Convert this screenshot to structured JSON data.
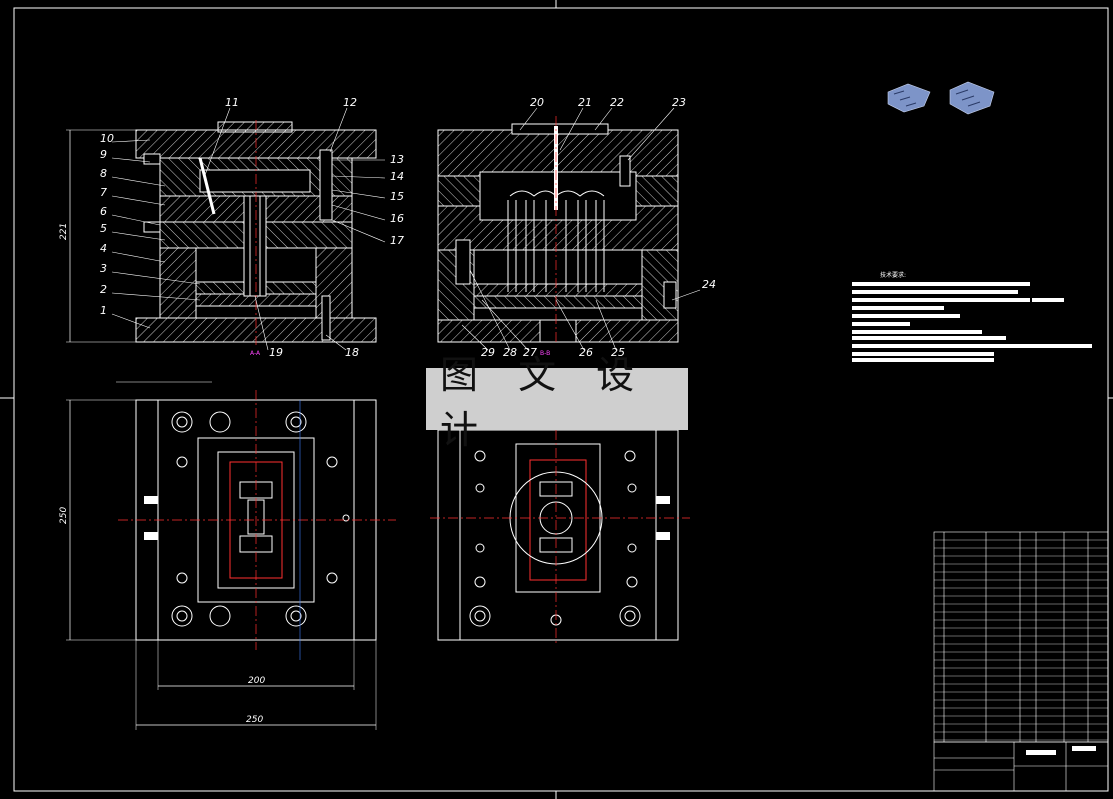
{
  "watermark": "图 文 设 计",
  "colors": {
    "background": "#000000",
    "line": "#ffffff",
    "hatch": "#ffffff",
    "center": "#ff3030",
    "section": "#ff44ff",
    "blue": "#4080ff",
    "grey": "#bdbdbd"
  },
  "view_labels": {
    "left": "A-A",
    "right": "B-B"
  },
  "part_labels": {
    "left_side": [
      "10",
      "9",
      "8",
      "7",
      "6",
      "5",
      "4",
      "3",
      "2",
      "1"
    ],
    "left_top": [
      "11",
      "12"
    ],
    "right_side": [
      "13",
      "14",
      "15",
      "16",
      "17"
    ],
    "left_bottom": [
      "19",
      "18"
    ],
    "right_top": [
      "20",
      "21",
      "22",
      "23"
    ],
    "right_right": [
      "24"
    ],
    "right_bottom": [
      "29",
      "28",
      "27",
      "26",
      "25"
    ]
  },
  "dimensions": {
    "height": "221",
    "width_250_side": "250",
    "width_200": "200",
    "width_250_bottom": "250"
  },
  "tech_heading": "技术要求:",
  "thumbnail_icons": [
    "part-thumbnail-icon",
    "part-thumbnail-icon"
  ]
}
